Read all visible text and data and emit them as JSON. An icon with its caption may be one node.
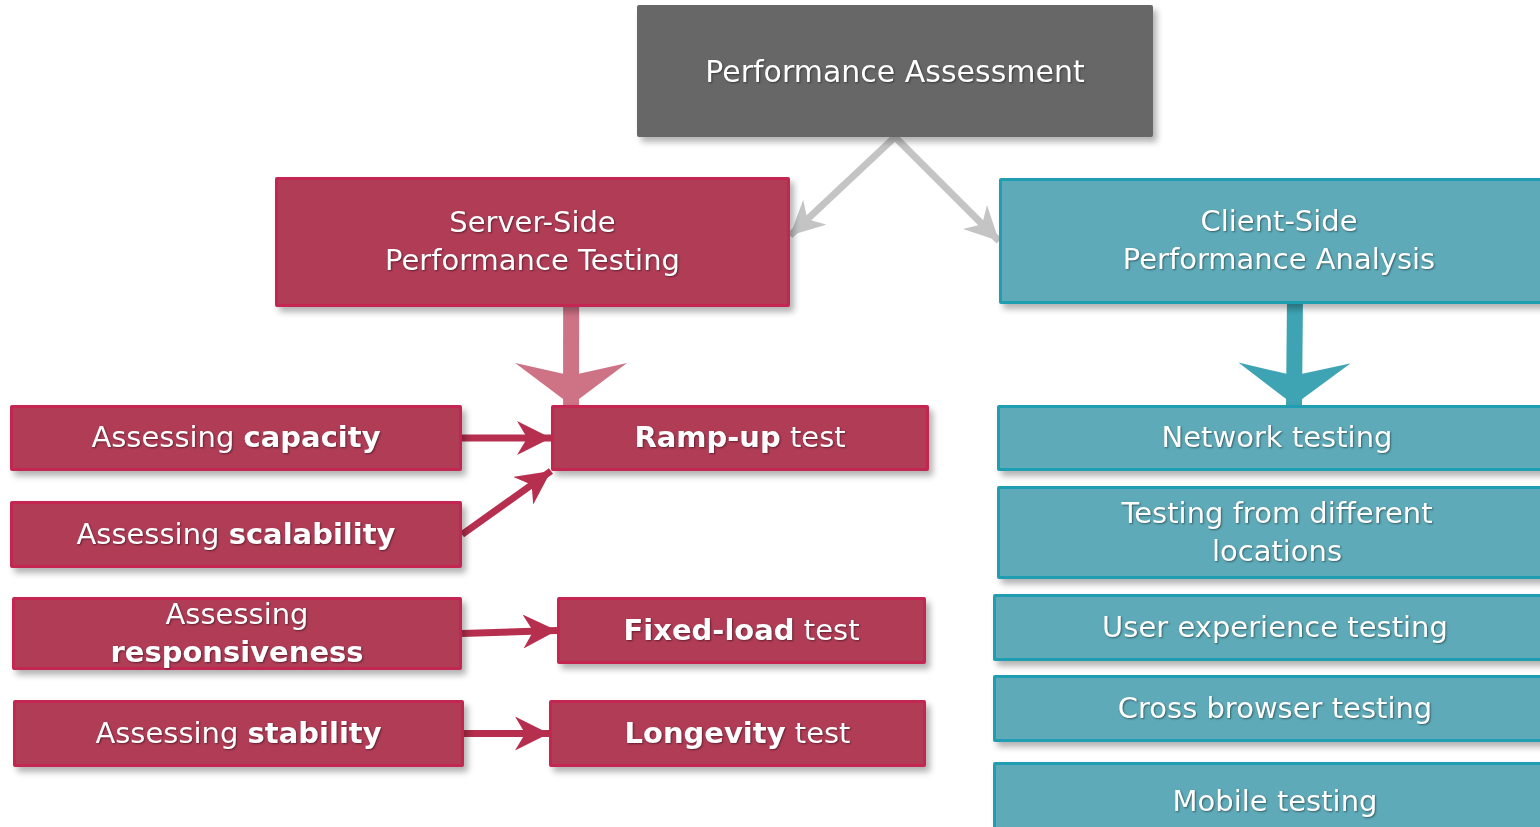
{
  "diagram": {
    "nodes": [
      {
        "text": [
          "Performance Assessment"
        ]
      },
      {
        "text": [
          "Server-Side Performance Testing"
        ]
      },
      {
        "text": [
          "Client-Side Performance Analysis"
        ]
      },
      {
        "text": [
          "Assessing **capacity**"
        ]
      },
      {
        "text": [
          "**Ramp-up** test"
        ]
      },
      {
        "text": [
          "Assessing **scalability**"
        ]
      },
      {
        "text": [
          "Assessing **responsiveness**"
        ]
      },
      {
        "text": [
          "**Fixed-load** test"
        ]
      },
      {
        "text": [
          "Assessing **stability**"
        ]
      },
      {
        "text": [
          "**Longevity** test"
        ]
      },
      {
        "text": [
          "Network testing"
        ]
      },
      {
        "text": [
          "Testing from different locations"
        ]
      },
      {
        "text": [
          "User experience testing"
        ]
      },
      {
        "text": [
          "Cross browser testing"
        ]
      },
      {
        "text": [
          "Mobile testing"
        ]
      }
    ],
    "edges": [
      {
        "from": 0,
        "to": 1,
        "arrow": "to",
        "color": "#c4c4c4"
      },
      {
        "from": 0,
        "to": 2,
        "arrow": "to",
        "color": "#c4c4c4"
      },
      {
        "from": 1,
        "to": 4,
        "arrow": "to",
        "style": "thick",
        "color": "#c9647a"
      },
      {
        "from": 2,
        "to": 10,
        "arrow": "to",
        "style": "thick",
        "color": "#2a9aaa"
      },
      {
        "from": 3,
        "to": 4,
        "arrow": "to"
      },
      {
        "from": 5,
        "to": 4,
        "arrow": "to"
      },
      {
        "from": 6,
        "to": 7,
        "arrow": "to"
      },
      {
        "from": 8,
        "to": 9,
        "arrow": "to"
      }
    ]
  }
}
